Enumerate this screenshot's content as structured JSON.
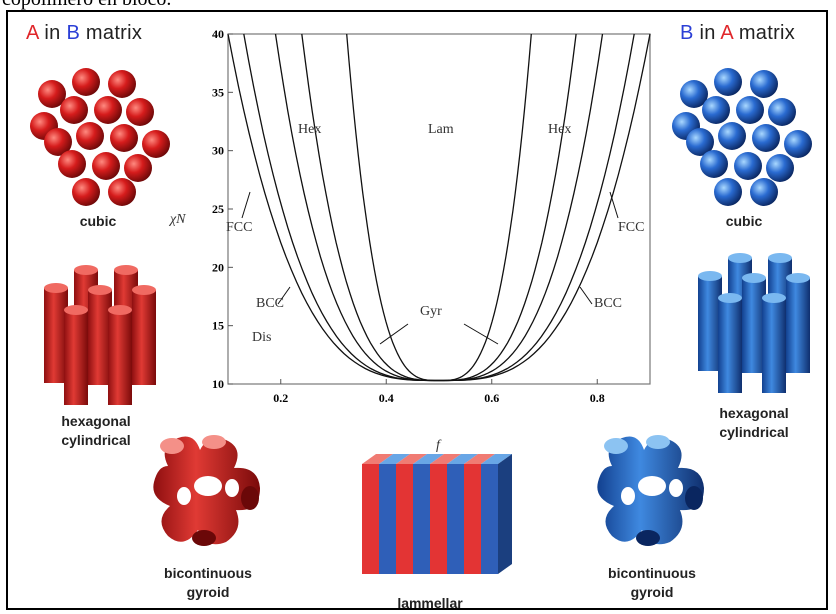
{
  "caption": "copolimero en bloco.",
  "left_heading": {
    "a": "A",
    "in": " in ",
    "b": "B",
    "rest": " matrix"
  },
  "right_heading": {
    "b": "B",
    "in": " in ",
    "a": "A",
    "rest": " matrix"
  },
  "morphologies": {
    "left_cubic": "cubic",
    "left_hex_line1": "hexagonal",
    "left_hex_line2": "cylindrical",
    "left_gyroid_line1": "bicontinuous",
    "left_gyroid_line2": "gyroid",
    "lamellar": "lammellar",
    "right_cubic": "cubic",
    "right_hex_line1": "hexagonal",
    "right_hex_line2": "cylindrical",
    "right_gyroid_line1": "bicontinuous",
    "right_gyroid_line2": "gyroid"
  },
  "phase_diagram": {
    "ylabel": "χN",
    "xlabel": "f",
    "ylim": [
      10,
      40
    ],
    "xlim": [
      0.1,
      0.9
    ],
    "yticks": [
      "40",
      "35",
      "30",
      "25",
      "20",
      "15",
      "10"
    ],
    "xticks": [
      "0.2",
      "0.4",
      "0.6",
      "0.8"
    ],
    "regions": {
      "hex_left": "Hex",
      "lam": "Lam",
      "hex_right": "Hex",
      "fcc_left": "FCC",
      "fcc_right": "FCC",
      "bcc_left": "BCC",
      "bcc_right": "BCC",
      "gyr": "Gyr",
      "dis": "Dis"
    }
  },
  "colors": {
    "red": "#d81e1e",
    "red_dark": "#8e0f10",
    "blue": "#2a6bd1",
    "blue_dark": "#0f3d8c",
    "lam_red": "#e33434",
    "lam_blue": "#2f5fb8",
    "lam_top_red": "#f07b73",
    "lam_top_blue": "#68a6e6"
  }
}
